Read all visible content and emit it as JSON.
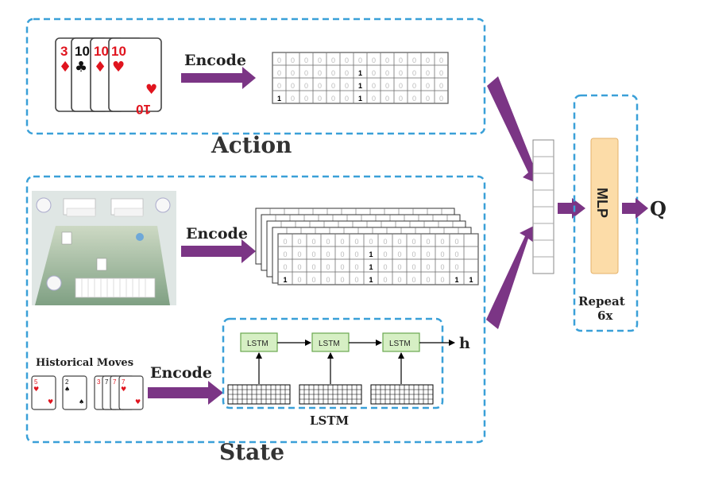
{
  "action": {
    "title": "Action",
    "encode_label": "Encode",
    "cards": [
      {
        "rank": "3",
        "suit": "♦",
        "color": "#e0141e"
      },
      {
        "rank": "10",
        "suit": "♣",
        "color": "#111111"
      },
      {
        "rank": "10",
        "suit": "♦",
        "color": "#e0141e"
      },
      {
        "rank": "10",
        "suit": "♥",
        "color": "#e0141e"
      }
    ],
    "corner_rank": "10",
    "corner_suit": "♥",
    "matrix": [
      [
        "0",
        "0",
        "0",
        "0",
        "0",
        "0",
        "0",
        "0",
        "0",
        "0",
        "0",
        "0",
        "0"
      ],
      [
        "0",
        "0",
        "0",
        "0",
        "0",
        "0",
        "1",
        "0",
        "0",
        "0",
        "0",
        "0",
        "0"
      ],
      [
        "0",
        "0",
        "0",
        "0",
        "0",
        "0",
        "1",
        "0",
        "0",
        "0",
        "0",
        "0",
        "0"
      ],
      [
        "1",
        "0",
        "0",
        "0",
        "0",
        "0",
        "1",
        "0",
        "0",
        "0",
        "0",
        "0",
        "0"
      ]
    ]
  },
  "state": {
    "title": "State",
    "encode_label": "Encode",
    "history_label": "Historical Moves",
    "history_encode_label": "Encode",
    "matrix": [
      [
        "0",
        "0",
        "0",
        "0",
        "0",
        "0",
        "0",
        "0",
        "0",
        "0",
        "0",
        "0",
        "0"
      ],
      [
        "0",
        "0",
        "0",
        "0",
        "0",
        "0",
        "1",
        "0",
        "0",
        "0",
        "0",
        "0",
        "0"
      ],
      [
        "0",
        "0",
        "0",
        "0",
        "0",
        "0",
        "1",
        "0",
        "0",
        "0",
        "0",
        "0",
        "0"
      ],
      [
        "1",
        "0",
        "0",
        "0",
        "0",
        "0",
        "1",
        "0",
        "0",
        "0",
        "0",
        "0",
        "1",
        "1"
      ]
    ],
    "history_cards": [
      "5",
      "2",
      "3",
      "7",
      "7",
      "7"
    ]
  },
  "lstm": {
    "cell_label": "LSTM",
    "output_label": "h",
    "caption": "LSTM"
  },
  "model": {
    "mlp_label": "MLP",
    "output_label": "Q",
    "repeat_label_line1": "Repeat",
    "repeat_label_line2": "6x"
  },
  "colors": {
    "dashed_border": "#3aa0d8",
    "arrow_purple": "#7b3585",
    "mlp_fill": "#fcdca8",
    "mlp_stroke": "#e5b26a",
    "lstm_fill": "#d6efc4",
    "lstm_stroke": "#6aa84f",
    "card_red": "#e0141e",
    "table_green": "#8fb08c"
  }
}
